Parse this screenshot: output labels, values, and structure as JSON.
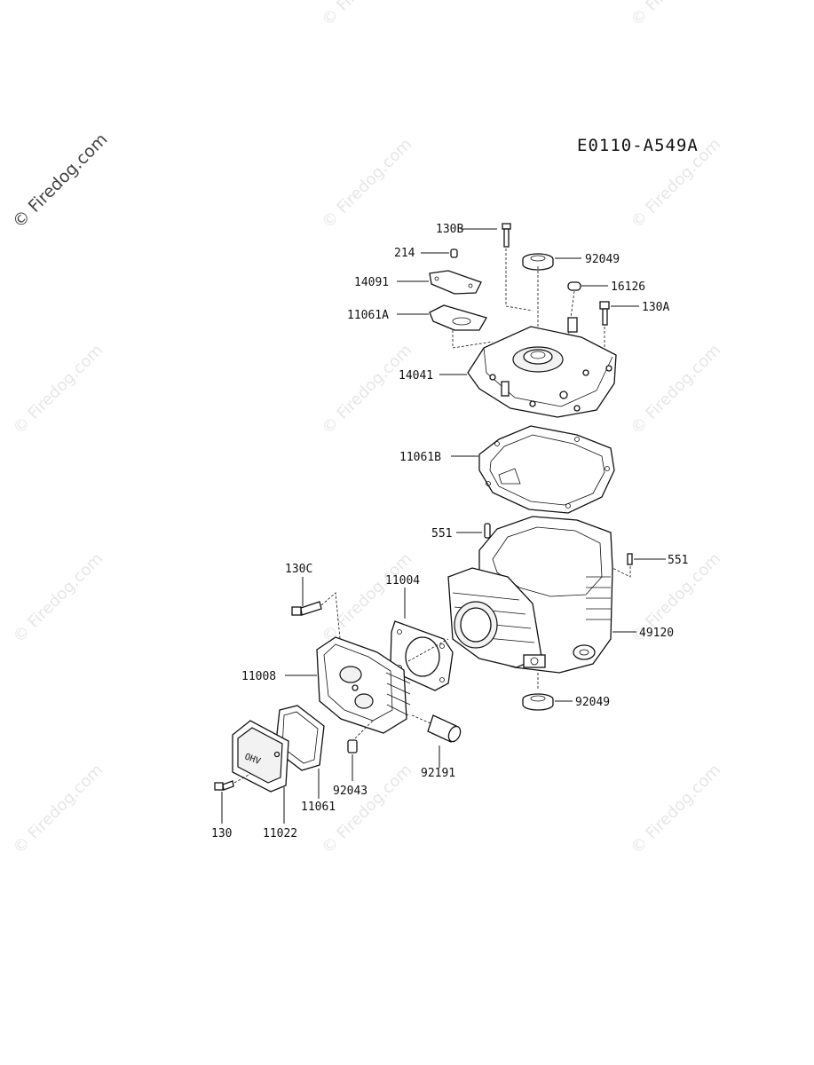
{
  "diagram": {
    "code": "E0110-A549A",
    "main_watermark": "© Firedog.com",
    "background_watermark": "© Firedog.com",
    "part_labels": {
      "p130B": "130B",
      "p214": "214",
      "p92049_top": "92049",
      "p14091": "14091",
      "p16126": "16126",
      "p11061A": "11061A",
      "p130A": "130A",
      "p14041": "14041",
      "p11061B": "11061B",
      "p551_left": "551",
      "p551_right": "551",
      "p130C": "130C",
      "p11004": "11004",
      "p49120": "49120",
      "p11008": "11008",
      "p92049_bottom": "92049",
      "p92043": "92043",
      "p92191": "92191",
      "p11061": "11061",
      "p130": "130",
      "p11022": "11022"
    }
  }
}
